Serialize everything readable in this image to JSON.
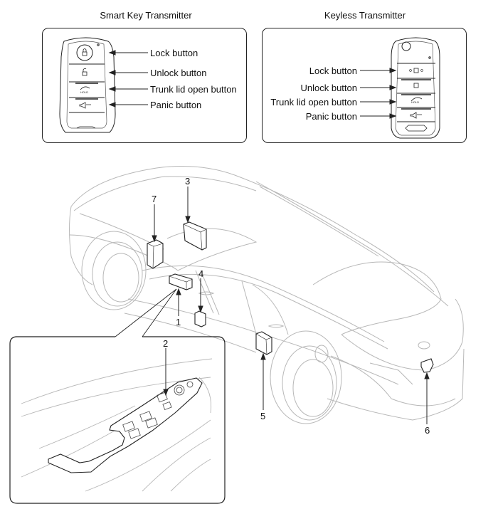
{
  "smart_key": {
    "title": "Smart Key Transmitter",
    "buttons": [
      "Lock button",
      "Unlock button",
      "Trunk lid open button",
      "Panic button"
    ]
  },
  "keyless": {
    "title": "Keyless Transmitter",
    "buttons": [
      "Lock button",
      "Unlock button",
      "Trunk lid open button",
      "Panic button"
    ]
  },
  "fob_glyphs": {
    "hold_text": "HOLD"
  },
  "callouts": [
    "1",
    "2",
    "3",
    "4",
    "5",
    "6",
    "7"
  ],
  "colors": {
    "line": "#222222",
    "car_line": "#b8b8b8"
  }
}
